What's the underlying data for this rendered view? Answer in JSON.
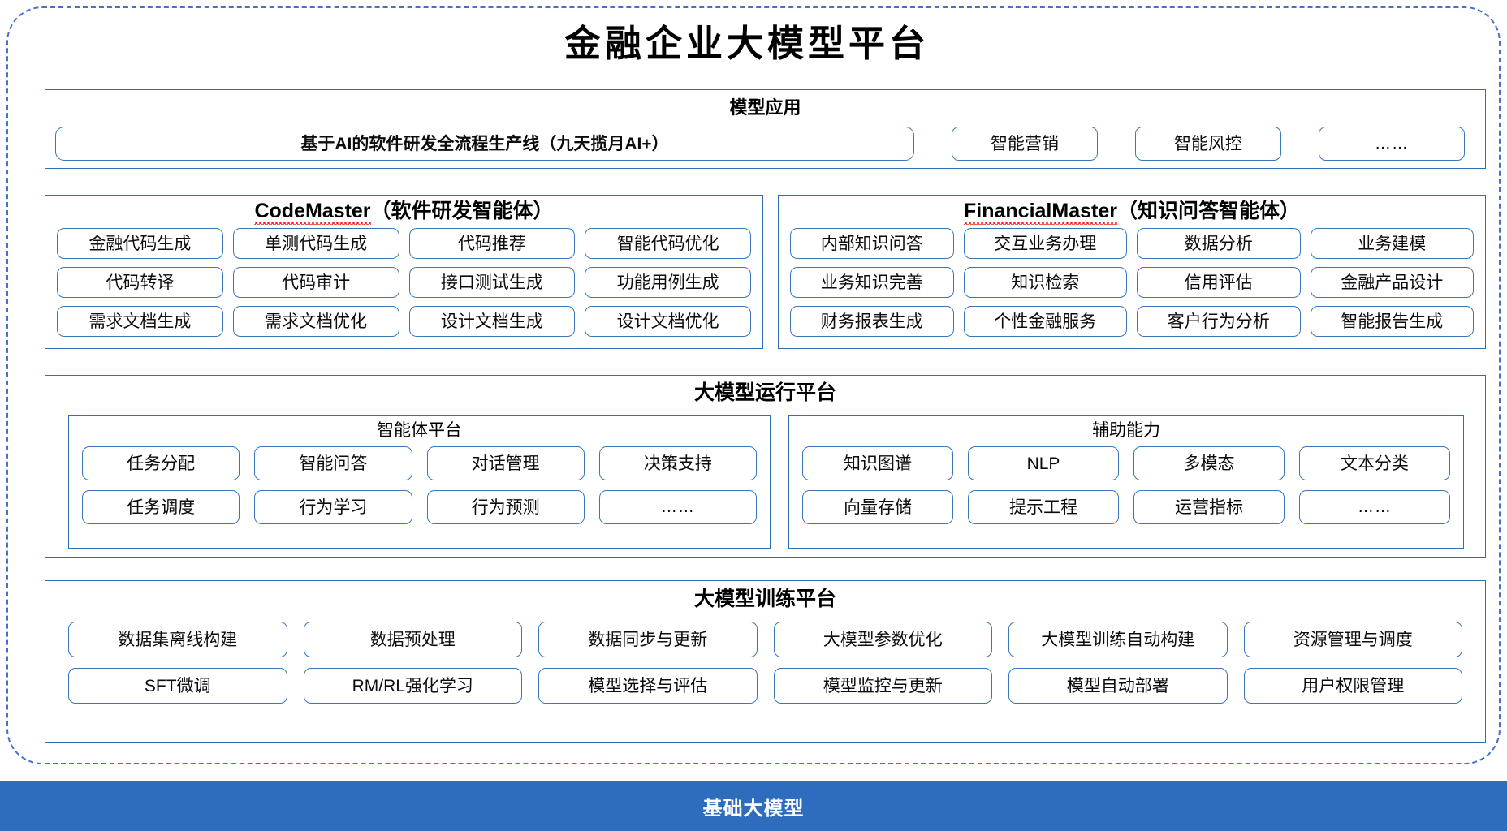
{
  "title": "金融企业大模型平台",
  "colors": {
    "outer_border": "#4472C4",
    "panel_border": "#2F6DB4",
    "chip_border": "#3A76B8",
    "base_bar_bg": "#2E6DBE",
    "spellcheck_underline": "#E8271B"
  },
  "model_application": {
    "title": "模型应用",
    "primary_item": "基于AI的软件研发全流程生产线（九天揽月AI+）",
    "items": [
      "智能营销",
      "智能风控",
      "……"
    ]
  },
  "agents": [
    {
      "name": "CodeMaster",
      "suffix": "（软件研发智能体）",
      "rows": [
        [
          "金融代码生成",
          "单测代码生成",
          "代码推荐",
          "智能代码优化"
        ],
        [
          "代码转译",
          "代码审计",
          "接口测试生成",
          "功能用例生成"
        ],
        [
          "需求文档生成",
          "需求文档优化",
          "设计文档生成",
          "设计文档优化"
        ]
      ]
    },
    {
      "name": "FinancialMaster",
      "suffix": "（知识问答智能体）",
      "rows": [
        [
          "内部知识问答",
          "交互业务办理",
          "数据分析",
          "业务建模"
        ],
        [
          "业务知识完善",
          "知识检索",
          "信用评估",
          "金融产品设计"
        ],
        [
          "财务报表生成",
          "个性金融服务",
          "客户行为分析",
          "智能报告生成"
        ]
      ]
    }
  ],
  "runtime_platform": {
    "title": "大模型运行平台",
    "sections": [
      {
        "title": "智能体平台",
        "rows": [
          [
            "任务分配",
            "智能问答",
            "对话管理",
            "决策支持"
          ],
          [
            "任务调度",
            "行为学习",
            "行为预测",
            "……"
          ]
        ]
      },
      {
        "title": "辅助能力",
        "rows": [
          [
            "知识图谱",
            "NLP",
            "多模态",
            "文本分类"
          ],
          [
            "向量存储",
            "提示工程",
            "运营指标",
            "……"
          ]
        ]
      }
    ]
  },
  "training_platform": {
    "title": "大模型训练平台",
    "rows": [
      [
        "数据集离线构建",
        "数据预处理",
        "数据同步与更新",
        "大模型参数优化",
        "大模型训练自动构建",
        "资源管理与调度"
      ],
      [
        "SFT微调",
        "RM/RL强化学习",
        "模型选择与评估",
        "模型监控与更新",
        "模型自动部署",
        "用户权限管理"
      ]
    ]
  },
  "base_model": {
    "label": "基础大模型"
  }
}
